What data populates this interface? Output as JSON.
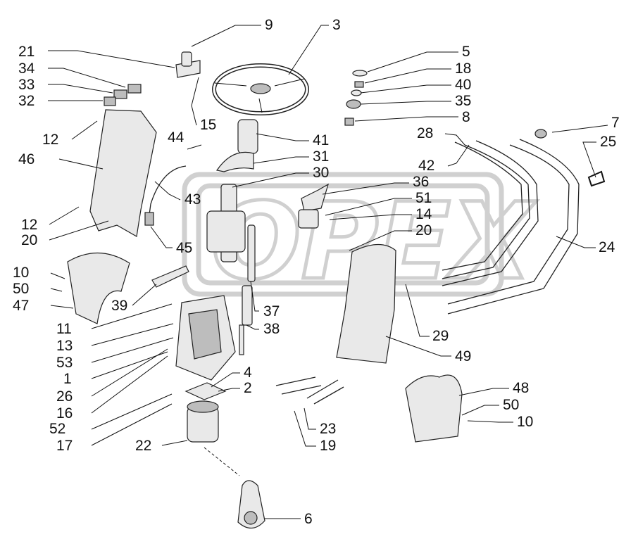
{
  "watermark": "OPEX",
  "labels": [
    "9",
    "3",
    "21",
    "5",
    "34",
    "18",
    "33",
    "40",
    "32",
    "35",
    "8",
    "15",
    "7",
    "28",
    "44",
    "25",
    "12",
    "41",
    "46",
    "31",
    "42",
    "30",
    "36",
    "43",
    "51",
    "14",
    "12",
    "20",
    "20",
    "45",
    "24",
    "10",
    "50",
    "47",
    "39",
    "37",
    "11",
    "29",
    "38",
    "13",
    "49",
    "53",
    "4",
    "1",
    "2",
    "48",
    "26",
    "50",
    "16",
    "10",
    "52",
    "23",
    "17",
    "22",
    "19",
    "6"
  ]
}
